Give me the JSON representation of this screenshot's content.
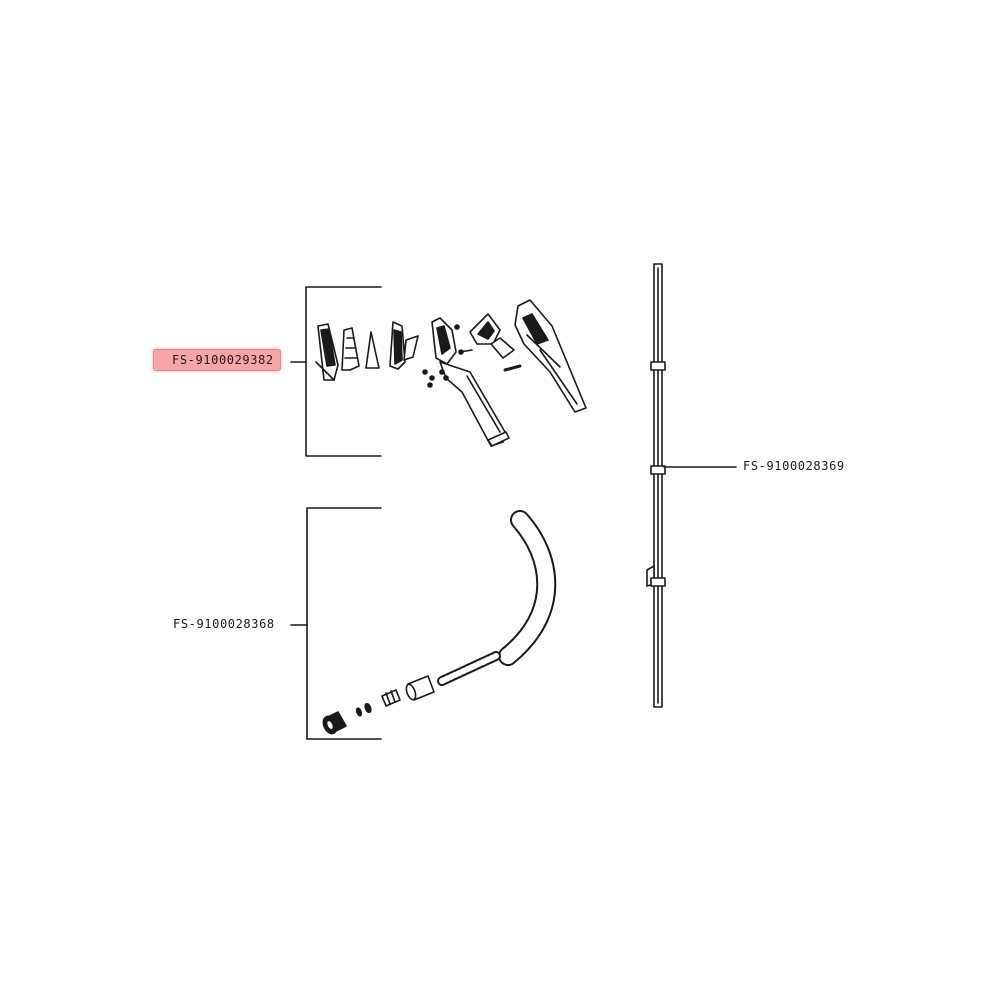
{
  "parts": {
    "accessory_kit": {
      "code": "FS-9100029382",
      "highlighted": true
    },
    "hose_assembly": {
      "code": "FS-9100028368",
      "highlighted": false
    },
    "extension_tube": {
      "code": "FS-9100028369",
      "highlighted": false
    }
  },
  "colors": {
    "line": "#1a1a1a",
    "highlight": "#f6a6a6",
    "background": "#ffffff"
  }
}
